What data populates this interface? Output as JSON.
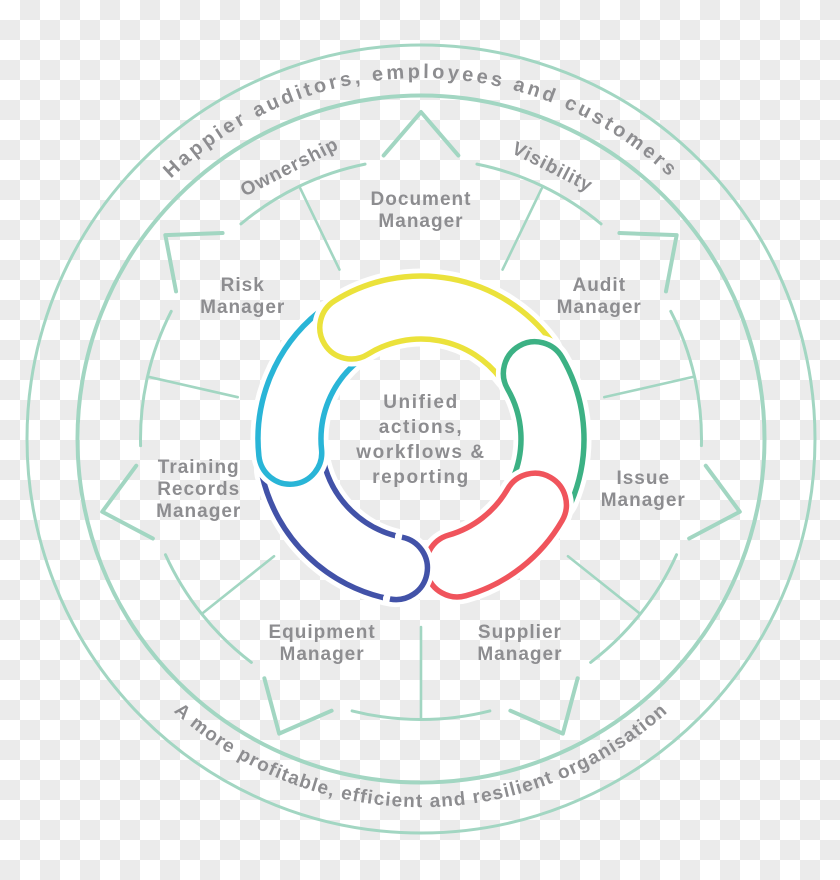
{
  "colors": {
    "teal": "#a2d6c2",
    "text_gray": "#8d8d90",
    "white": "#ffffff",
    "checker_light": "#ffffff",
    "checker_dark": "#ebebeb",
    "yellow": "#ebe23b",
    "green": "#3cb184",
    "red": "#f0545c",
    "blue": "#4252a8",
    "cyan": "#29b5d7"
  },
  "arc_texts": {
    "top": "Happier auditors, employees and customers",
    "bottom": "A more profitable, efficient and resilient organisation"
  },
  "value_labels": [
    {
      "label": "Ownership",
      "angle": -25.7,
      "rotation": -27
    },
    {
      "label": "Visibility",
      "angle": 25.7,
      "rotation": 27
    }
  ],
  "sectors": [
    {
      "label": "Document Manager",
      "lines": [
        "Document",
        "Manager"
      ],
      "angle": 0
    },
    {
      "label": "Audit Manager",
      "lines": [
        "Audit",
        "Manager"
      ],
      "angle": 51.43
    },
    {
      "label": "Issue Manager",
      "lines": [
        "Issue",
        "Manager"
      ],
      "angle": 102.86
    },
    {
      "label": "Supplier Manager",
      "lines": [
        "Supplier",
        "Manager"
      ],
      "angle": 154.29
    },
    {
      "label": "Equipment Manager",
      "lines": [
        "Equipment",
        "Manager"
      ],
      "angle": 205.71
    },
    {
      "label": "Training Records Manager",
      "lines": [
        "Training",
        "Records",
        "Manager"
      ],
      "angle": 257.14
    },
    {
      "label": "Risk Manager",
      "lines": [
        "Risk",
        "Manager"
      ],
      "angle": 308.57
    }
  ],
  "center": {
    "text": "Unified actions, workflows & reporting",
    "lines": [
      "Unified",
      "actions,",
      "workflows &",
      "reporting"
    ]
  },
  "ring_segments": [
    {
      "name": "blue",
      "color": "#4252a8",
      "start": 191,
      "end": 257
    },
    {
      "name": "cyan",
      "color": "#29b5d7",
      "start": 264,
      "end": 321
    },
    {
      "name": "yellow",
      "color": "#ebe23b",
      "start": -32,
      "end": 53
    },
    {
      "name": "green",
      "color": "#3cb184",
      "start": 60,
      "end": 113
    },
    {
      "name": "red",
      "color": "#f0545c",
      "start": 120,
      "end": 164
    }
  ]
}
